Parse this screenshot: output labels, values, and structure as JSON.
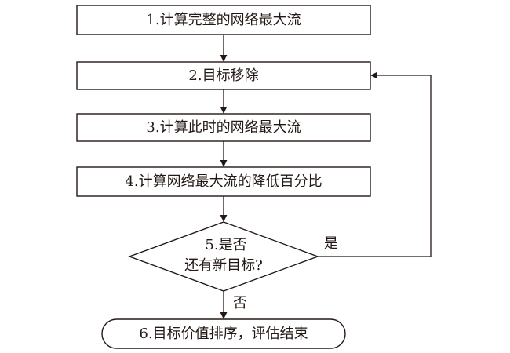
{
  "diagram": {
    "steps": [
      {
        "id": "step1",
        "label": "1.计算完整的网络最大流"
      },
      {
        "id": "step2",
        "label": "2.目标移除"
      },
      {
        "id": "step3",
        "label": "3.计算此时的网络最大流"
      },
      {
        "id": "step4",
        "label": "4.计算网络最大流的降低百分比"
      }
    ],
    "decision": {
      "line1": "5.是否",
      "line2": "还有新目标?",
      "yes_label": "是",
      "no_label": "否"
    },
    "terminal": {
      "label": "6.目标价值排序，评估结束"
    },
    "colors": {
      "stroke": "#231815",
      "fill": "#ffffff",
      "text": "#231815"
    }
  }
}
